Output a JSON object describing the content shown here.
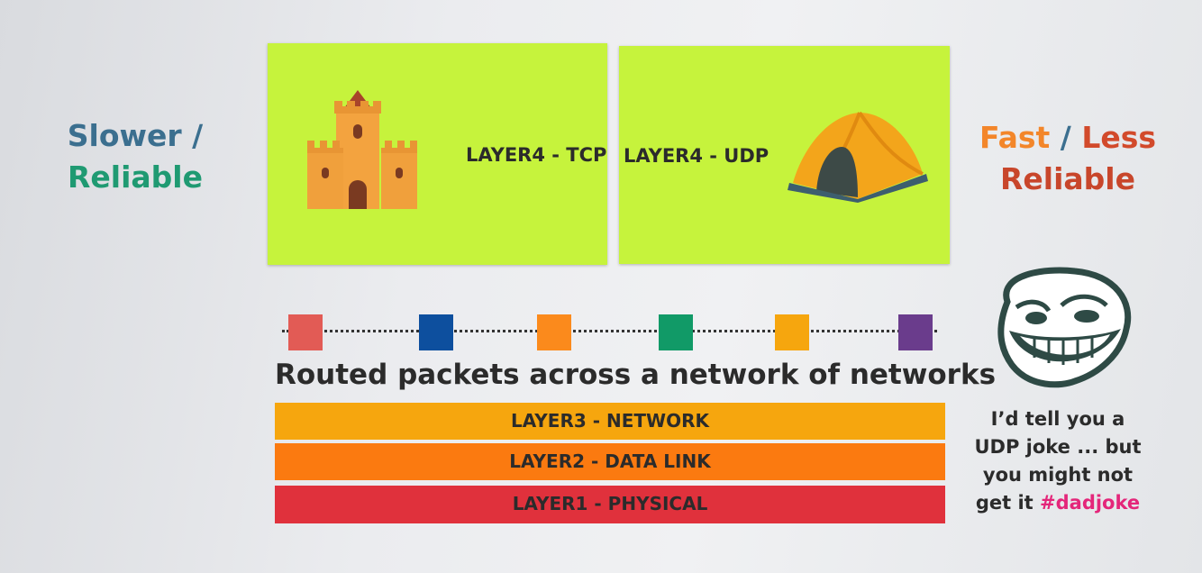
{
  "left_label": {
    "line1": "Slower",
    "slash": "/",
    "line2": "Reliable",
    "colors": {
      "line1": "#3b6f8f",
      "slash": "#3b6f8f",
      "line2": "#1f9a72"
    }
  },
  "right_label": {
    "word1": "Fast",
    "slash": "/",
    "word2": "Less",
    "line2": "Reliable",
    "colors": {
      "word1": "#f3862a",
      "slash": "#3b6f8f",
      "word2": "#d24a2b",
      "line2": "#c8462b"
    }
  },
  "layer4": {
    "tcp": {
      "title": "LAYER4 - TCP",
      "icon": "castle-icon"
    },
    "udp": {
      "title": "LAYER4 - UDP",
      "icon": "tent-icon"
    },
    "panel_color": "#c6f33c"
  },
  "network": {
    "caption": "Routed packets across a network of networks",
    "node_colors": [
      "#e25b55",
      "#0d4f9e",
      "#fb8a1c",
      "#119a67",
      "#f6a60e",
      "#6a3c8c"
    ]
  },
  "layers": [
    {
      "label": "LAYER3 - NETWORK",
      "color": "#f6a60e"
    },
    {
      "label": "LAYER2 - DATA LINK",
      "color": "#fb7a10"
    },
    {
      "label": "LAYER1 - PHYSICAL",
      "color": "#e0313c"
    }
  ],
  "joke": {
    "line1": "I’d tell you a",
    "line2": "UDP joke ... but",
    "line3": "you might not",
    "line4_prefix": "get it",
    "hashtag": "#dadjoke",
    "icon": "troll-face-icon"
  }
}
